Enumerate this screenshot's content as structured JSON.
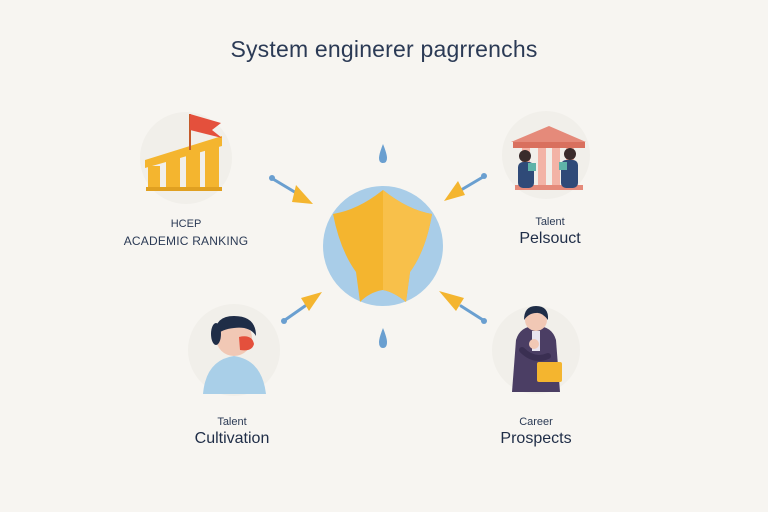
{
  "title": "System enginerer pagrrenchs",
  "nodes": {
    "top_left": {
      "line1": "HCEP",
      "line2": "ACADEMIC RANKING",
      "icon": "columns-flag-icon"
    },
    "top_right": {
      "line1": "Talent",
      "line2": "Pelsouct",
      "icon": "temple-people-icon"
    },
    "bottom_left": {
      "line1": "Talent",
      "line2": "Cultivation",
      "icon": "student-mask-icon"
    },
    "bottom_right": {
      "line1": "Career",
      "line2": "Prospects",
      "icon": "professional-folder-icon"
    }
  },
  "center": {
    "icon": "globe-shield-icon"
  },
  "colors": {
    "accent_yellow": "#f7b733",
    "globe_blue": "#a9cde8",
    "arrow_blue": "#6a9fd0",
    "text_dark": "#2b3a55"
  }
}
